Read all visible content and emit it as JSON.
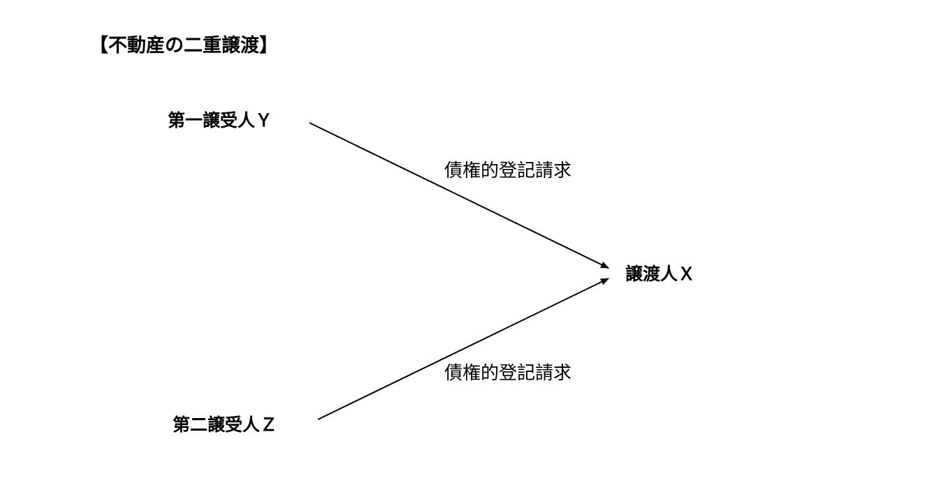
{
  "title": "【不動産の二重譲渡】",
  "parties": {
    "first_transferee": "第一譲受人Ｙ",
    "second_transferee": "第二譲受人Ｚ",
    "transferor": "譲渡人Ｘ"
  },
  "arrows": [
    {
      "from": "第一譲受人Ｙ",
      "to": "譲渡人Ｘ",
      "label": "債権的登記請求"
    },
    {
      "from": "第二譲受人Ｚ",
      "to": "譲渡人Ｘ",
      "label": "債権的登記請求"
    }
  ]
}
